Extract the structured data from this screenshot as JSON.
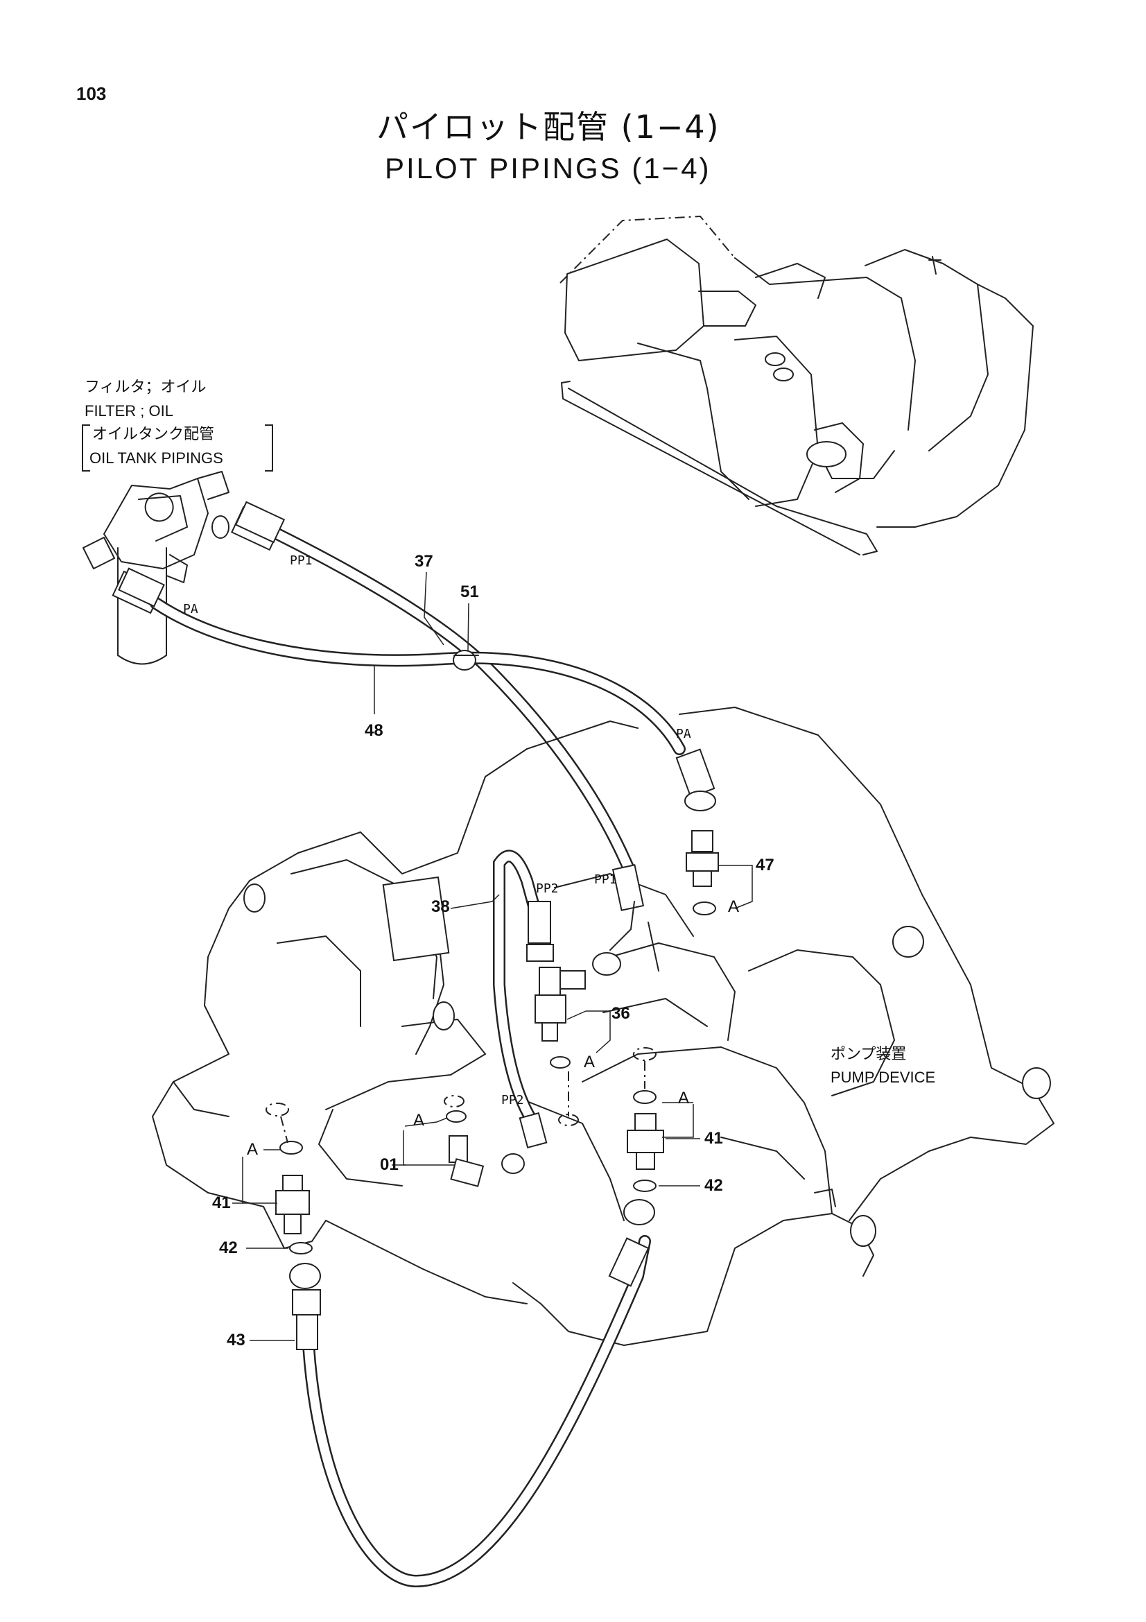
{
  "page_number": "103",
  "title": {
    "japanese": "パイロット配管 (1−4)",
    "english": "PILOT PIPINGS (1−4)"
  },
  "filter_note": {
    "japanese_line1": "フィルタ；オイル",
    "english_line1": "FILTER ; OIL",
    "japanese_line2": "オイルタンク配管",
    "english_line2": "OIL TANK PIPINGS"
  },
  "pump_note": {
    "japanese": "ポンプ装置",
    "english": "PUMP DEVICE"
  },
  "port_labels": {
    "pp1_filter": "PP1",
    "pa_filter": "PA",
    "pa_pump": "PA",
    "pp1_pump": "PP1",
    "pp2_upper": "PP2",
    "pp2_lower": "PP2"
  },
  "callouts": {
    "c37": "37",
    "c51": "51",
    "c48": "48",
    "c47": "47",
    "c38": "38",
    "c36": "36",
    "c41_right": "41",
    "c42_right": "42",
    "c01": "01",
    "c41_left": "41",
    "c42_left": "42",
    "c43": "43"
  },
  "a_marks": {
    "a_47": "A",
    "a_36": "A",
    "a_41_right": "A",
    "a_01": "A",
    "a_41_left": "A"
  }
}
